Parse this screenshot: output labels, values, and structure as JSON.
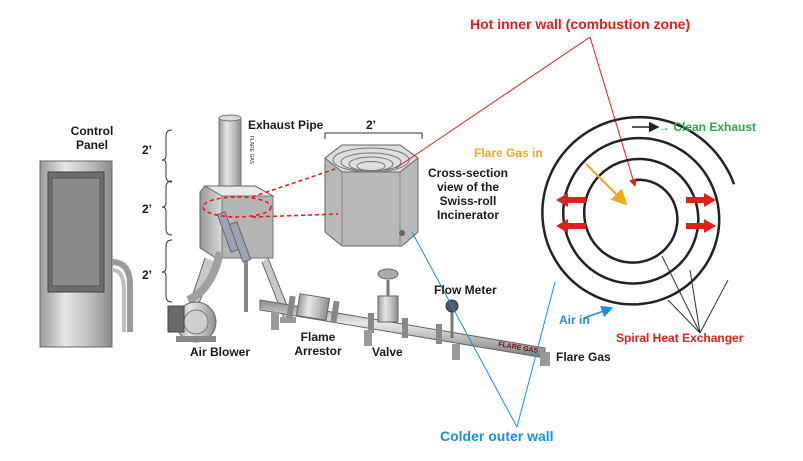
{
  "labels": {
    "hot_inner_wall": "Hot inner wall (combustion zone)",
    "colder_outer_wall": "Colder outer wall",
    "control_panel": [
      "Control",
      "Panel"
    ],
    "exhaust_pipe": "Exhaust Pipe",
    "dim_top": "2’",
    "dim_mid": "2’",
    "dim_bottom": "2’",
    "dim_width": "2’",
    "cross_section": [
      "Cross-section",
      "view of the",
      "Swiss-roll",
      "Incinerator"
    ],
    "flow_meter": "Flow Meter",
    "air_blower": "Air Blower",
    "flame_arrestor": [
      "Flame",
      "Arrestor"
    ],
    "valve": "Valve",
    "flare_gas": "Flare Gas",
    "flare_gas_in": "Flare Gas in",
    "clean_exhaust": "→ Clean Exhaust",
    "air_in": "Air in",
    "spiral_heat_exchanger": "Spiral Heat Exchanger",
    "pipe_text": "FLARE GAS"
  },
  "colors": {
    "red": "#e0201b",
    "blue": "#1e8fd8",
    "green": "#2aa84a",
    "orange": "#f3a81b"
  }
}
